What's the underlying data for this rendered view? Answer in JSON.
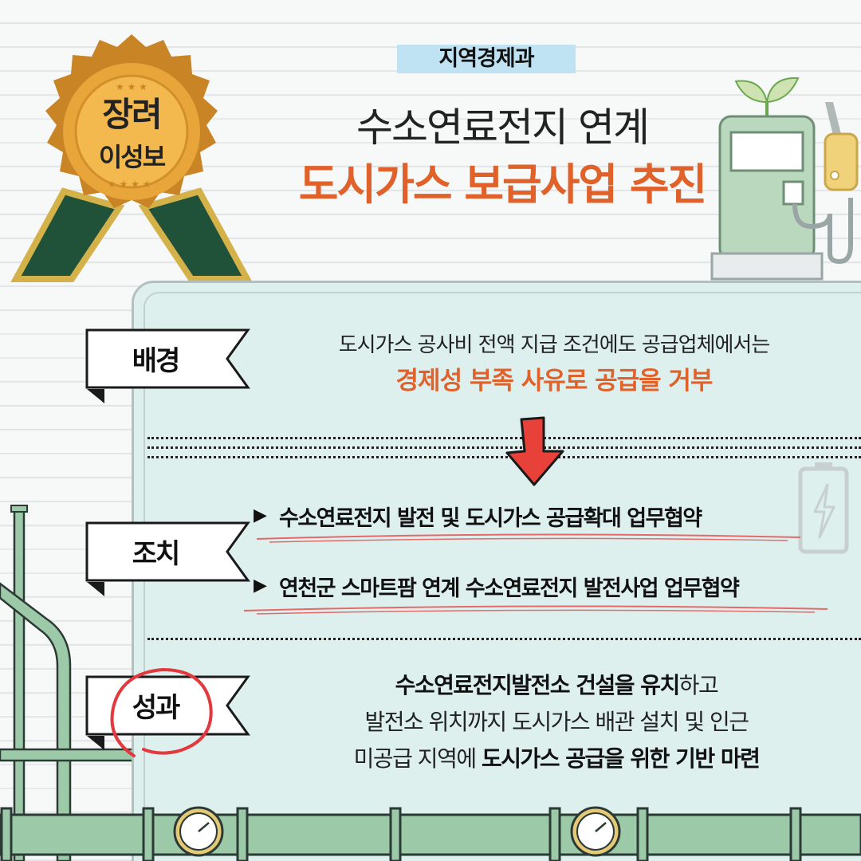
{
  "header": {
    "department": "지역경제과",
    "title_line1": "수소연료전지 연계",
    "title_line2": "도시가스 보급사업 추진"
  },
  "medal": {
    "award": "장려",
    "name": "이성보"
  },
  "sections": {
    "background": {
      "label": "배경",
      "line1": "도시가스 공사비 전액 지급 조건에도 공급업체에서는",
      "line2": "경제성 부족 사유로 공급을 거부"
    },
    "action": {
      "label": "조치",
      "items": [
        "수소연료전지 발전 및 도시가스 공급확대 업무협약",
        "연천군 스마트팜 연계 수소연료전지 발전사업 업무협약"
      ]
    },
    "result": {
      "label": "성과",
      "line1_bold": "수소연료전지발전소 건설을 유치",
      "line1_rest": "하고",
      "line2": "발전소 위치까지 도시가스 배관 설치 및 인근",
      "line3_plain": "미공급 지역에 ",
      "line3_bold": "도시가스 공급을 위한 기반 마련"
    }
  },
  "colors": {
    "accent": "#e0622a",
    "highlight": "#bfe3f3",
    "panel": "#ddf0ee",
    "pipe": "#9ccaa8",
    "medal_gold": "#e8a53a",
    "ribbon": "#1f5238"
  }
}
